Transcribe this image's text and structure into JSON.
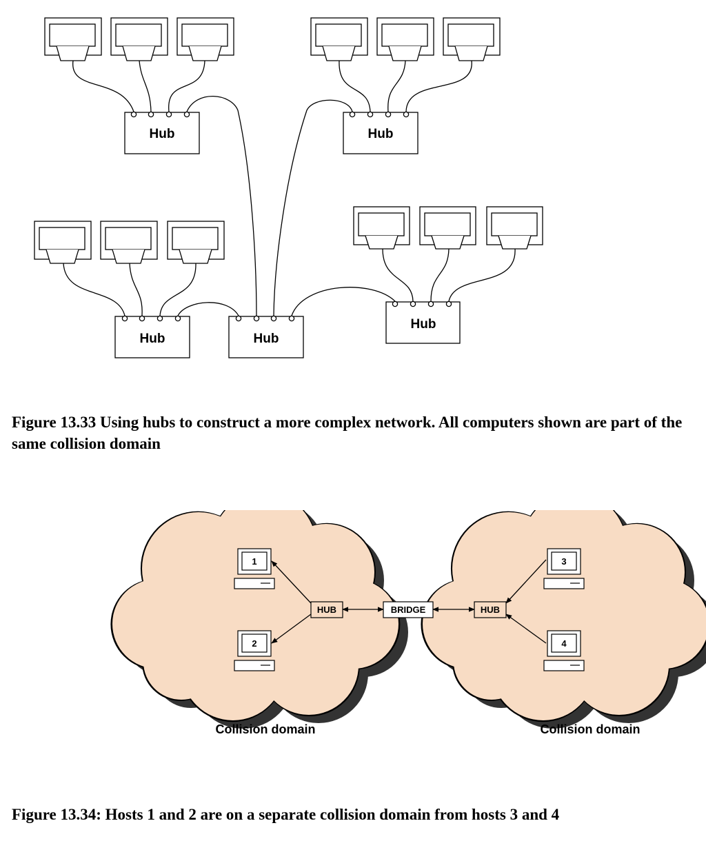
{
  "figure1": {
    "hub_label": "Hub",
    "caption": "Figure 13.33 Using hubs to construct a more complex network. All computers shown are part of the same collision domain"
  },
  "figure2": {
    "hub_label": "HUB",
    "bridge_label": "BRIDGE",
    "hosts": [
      "1",
      "2",
      "3",
      "4"
    ],
    "domain_labels": [
      "Collision domain",
      "Collision domain"
    ],
    "cloud_color": "#f8dcc4",
    "caption": "Figure 13.34: Hosts 1 and 2 are on a separate collision domain from hosts 3 and 4"
  }
}
